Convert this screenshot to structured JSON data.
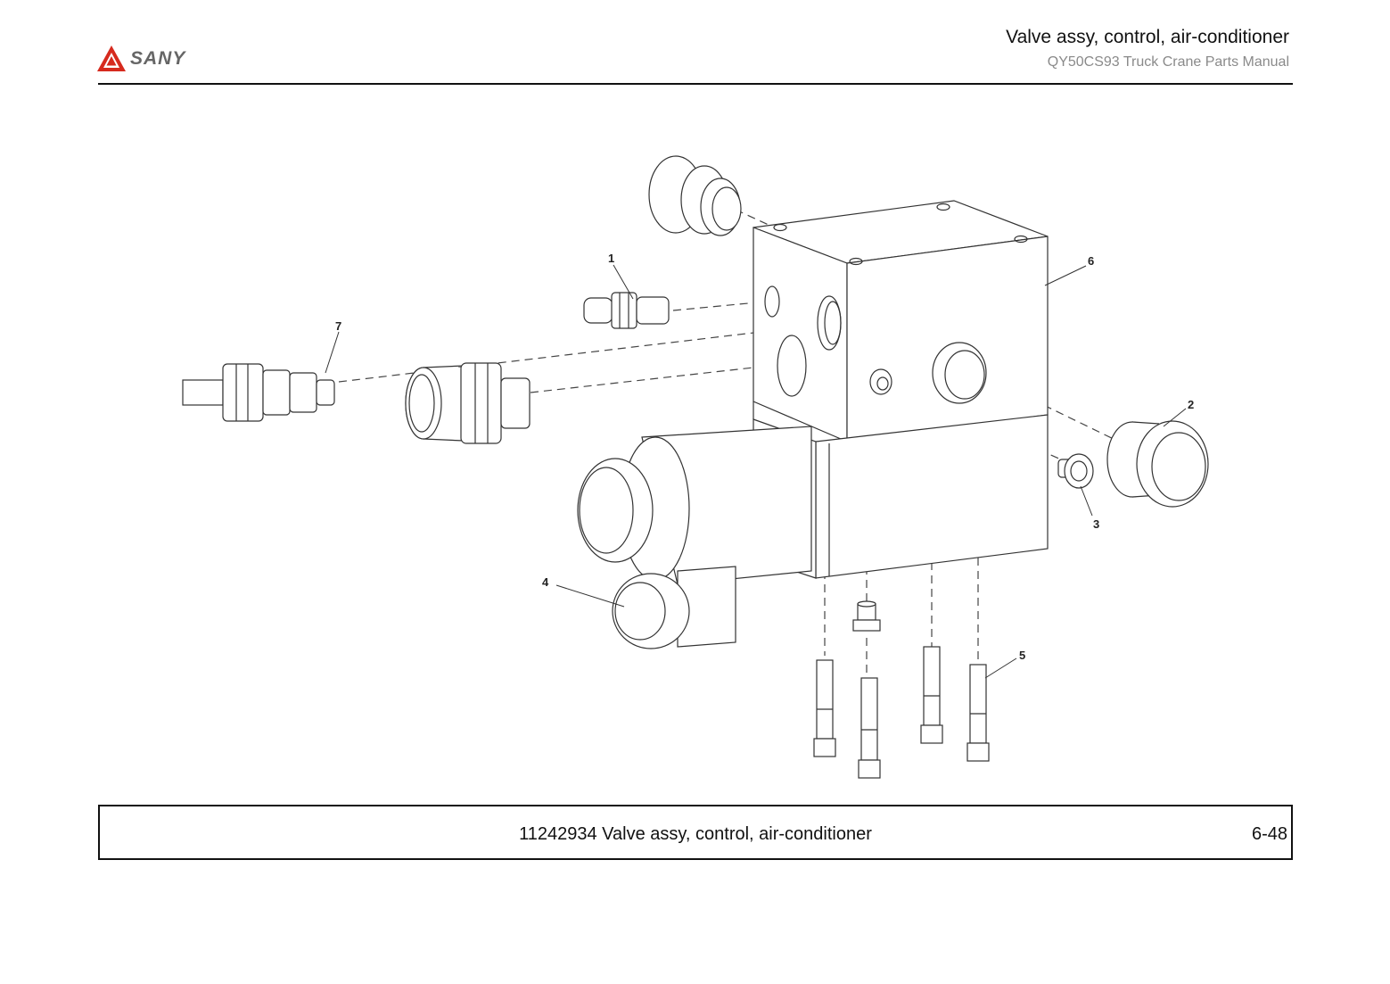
{
  "brand": {
    "name": "SANY",
    "accent": "#d62a1e"
  },
  "header": {
    "title": "Valve assy, control, air-conditioner",
    "subtitle": "QY50CS93 Truck Crane  Parts Manual"
  },
  "diagram": {
    "callouts": [
      "1",
      "2",
      "3",
      "4",
      "5",
      "6",
      "7"
    ]
  },
  "footer": {
    "caption": "11242934 Valve assy, control, air-conditioner",
    "page": "6-48"
  }
}
